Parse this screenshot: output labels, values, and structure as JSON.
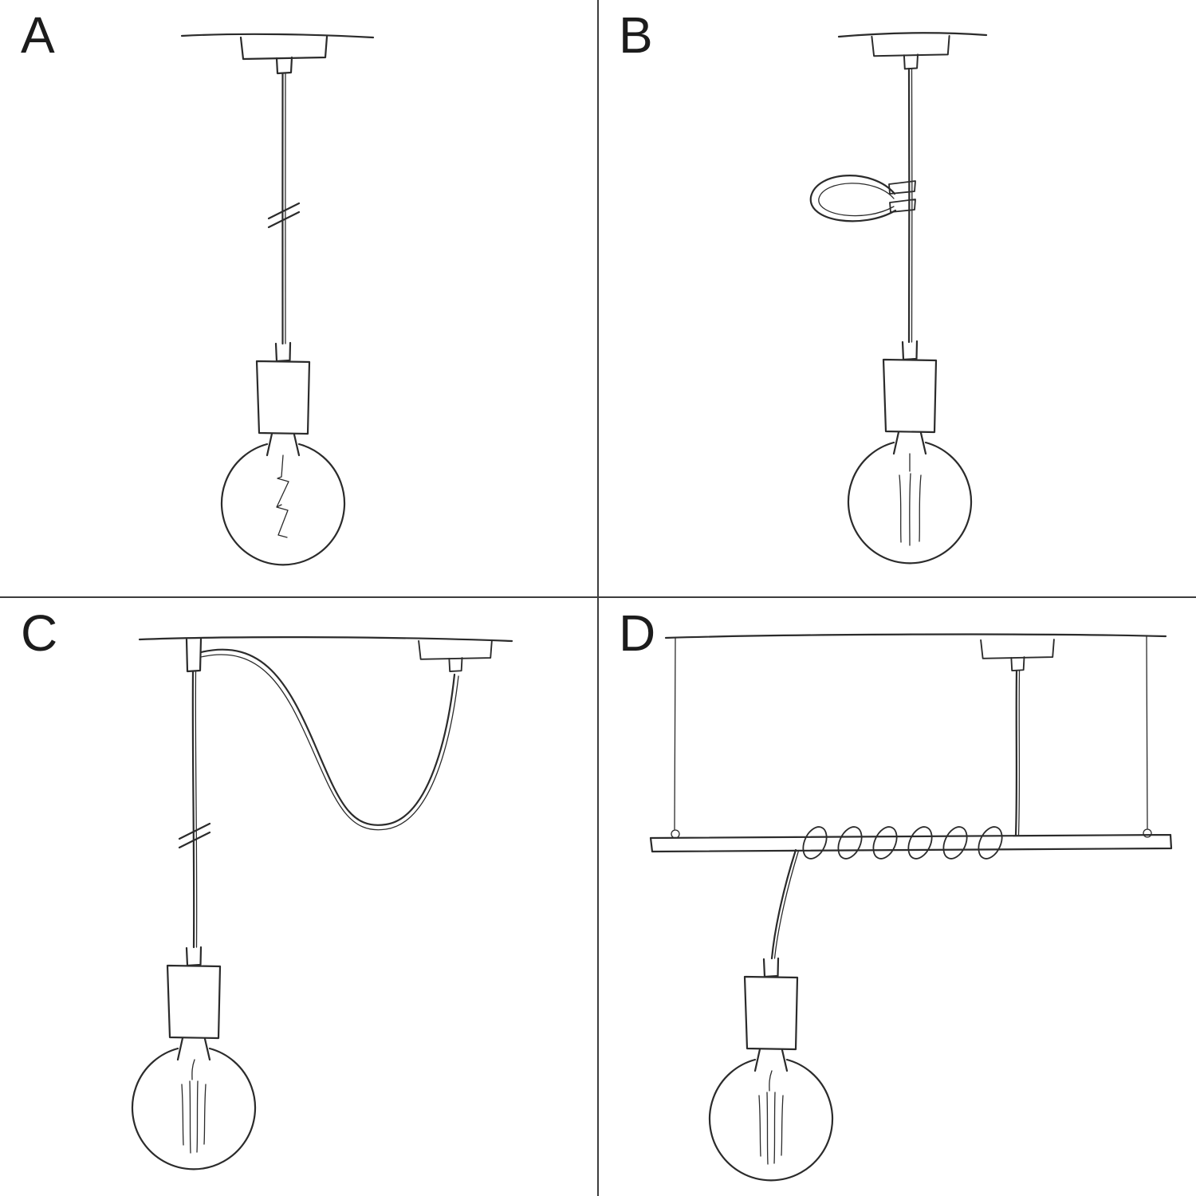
{
  "page": {
    "background": "#ffffff",
    "divider_color": "#3d3d3d",
    "sketch_stroke": "#2b2b2b",
    "label_color": "#1c1c1c"
  },
  "panels": [
    {
      "label": "A",
      "sketch": "pendant-straight-cable-sketch"
    },
    {
      "label": "B",
      "sketch": "pendant-cable-loop-clip-sketch"
    },
    {
      "label": "C",
      "sketch": "pendant-swag-two-ceiling-points-sketch"
    },
    {
      "label": "D",
      "sketch": "pendant-suspended-bar-coiled-cable-sketch"
    }
  ]
}
